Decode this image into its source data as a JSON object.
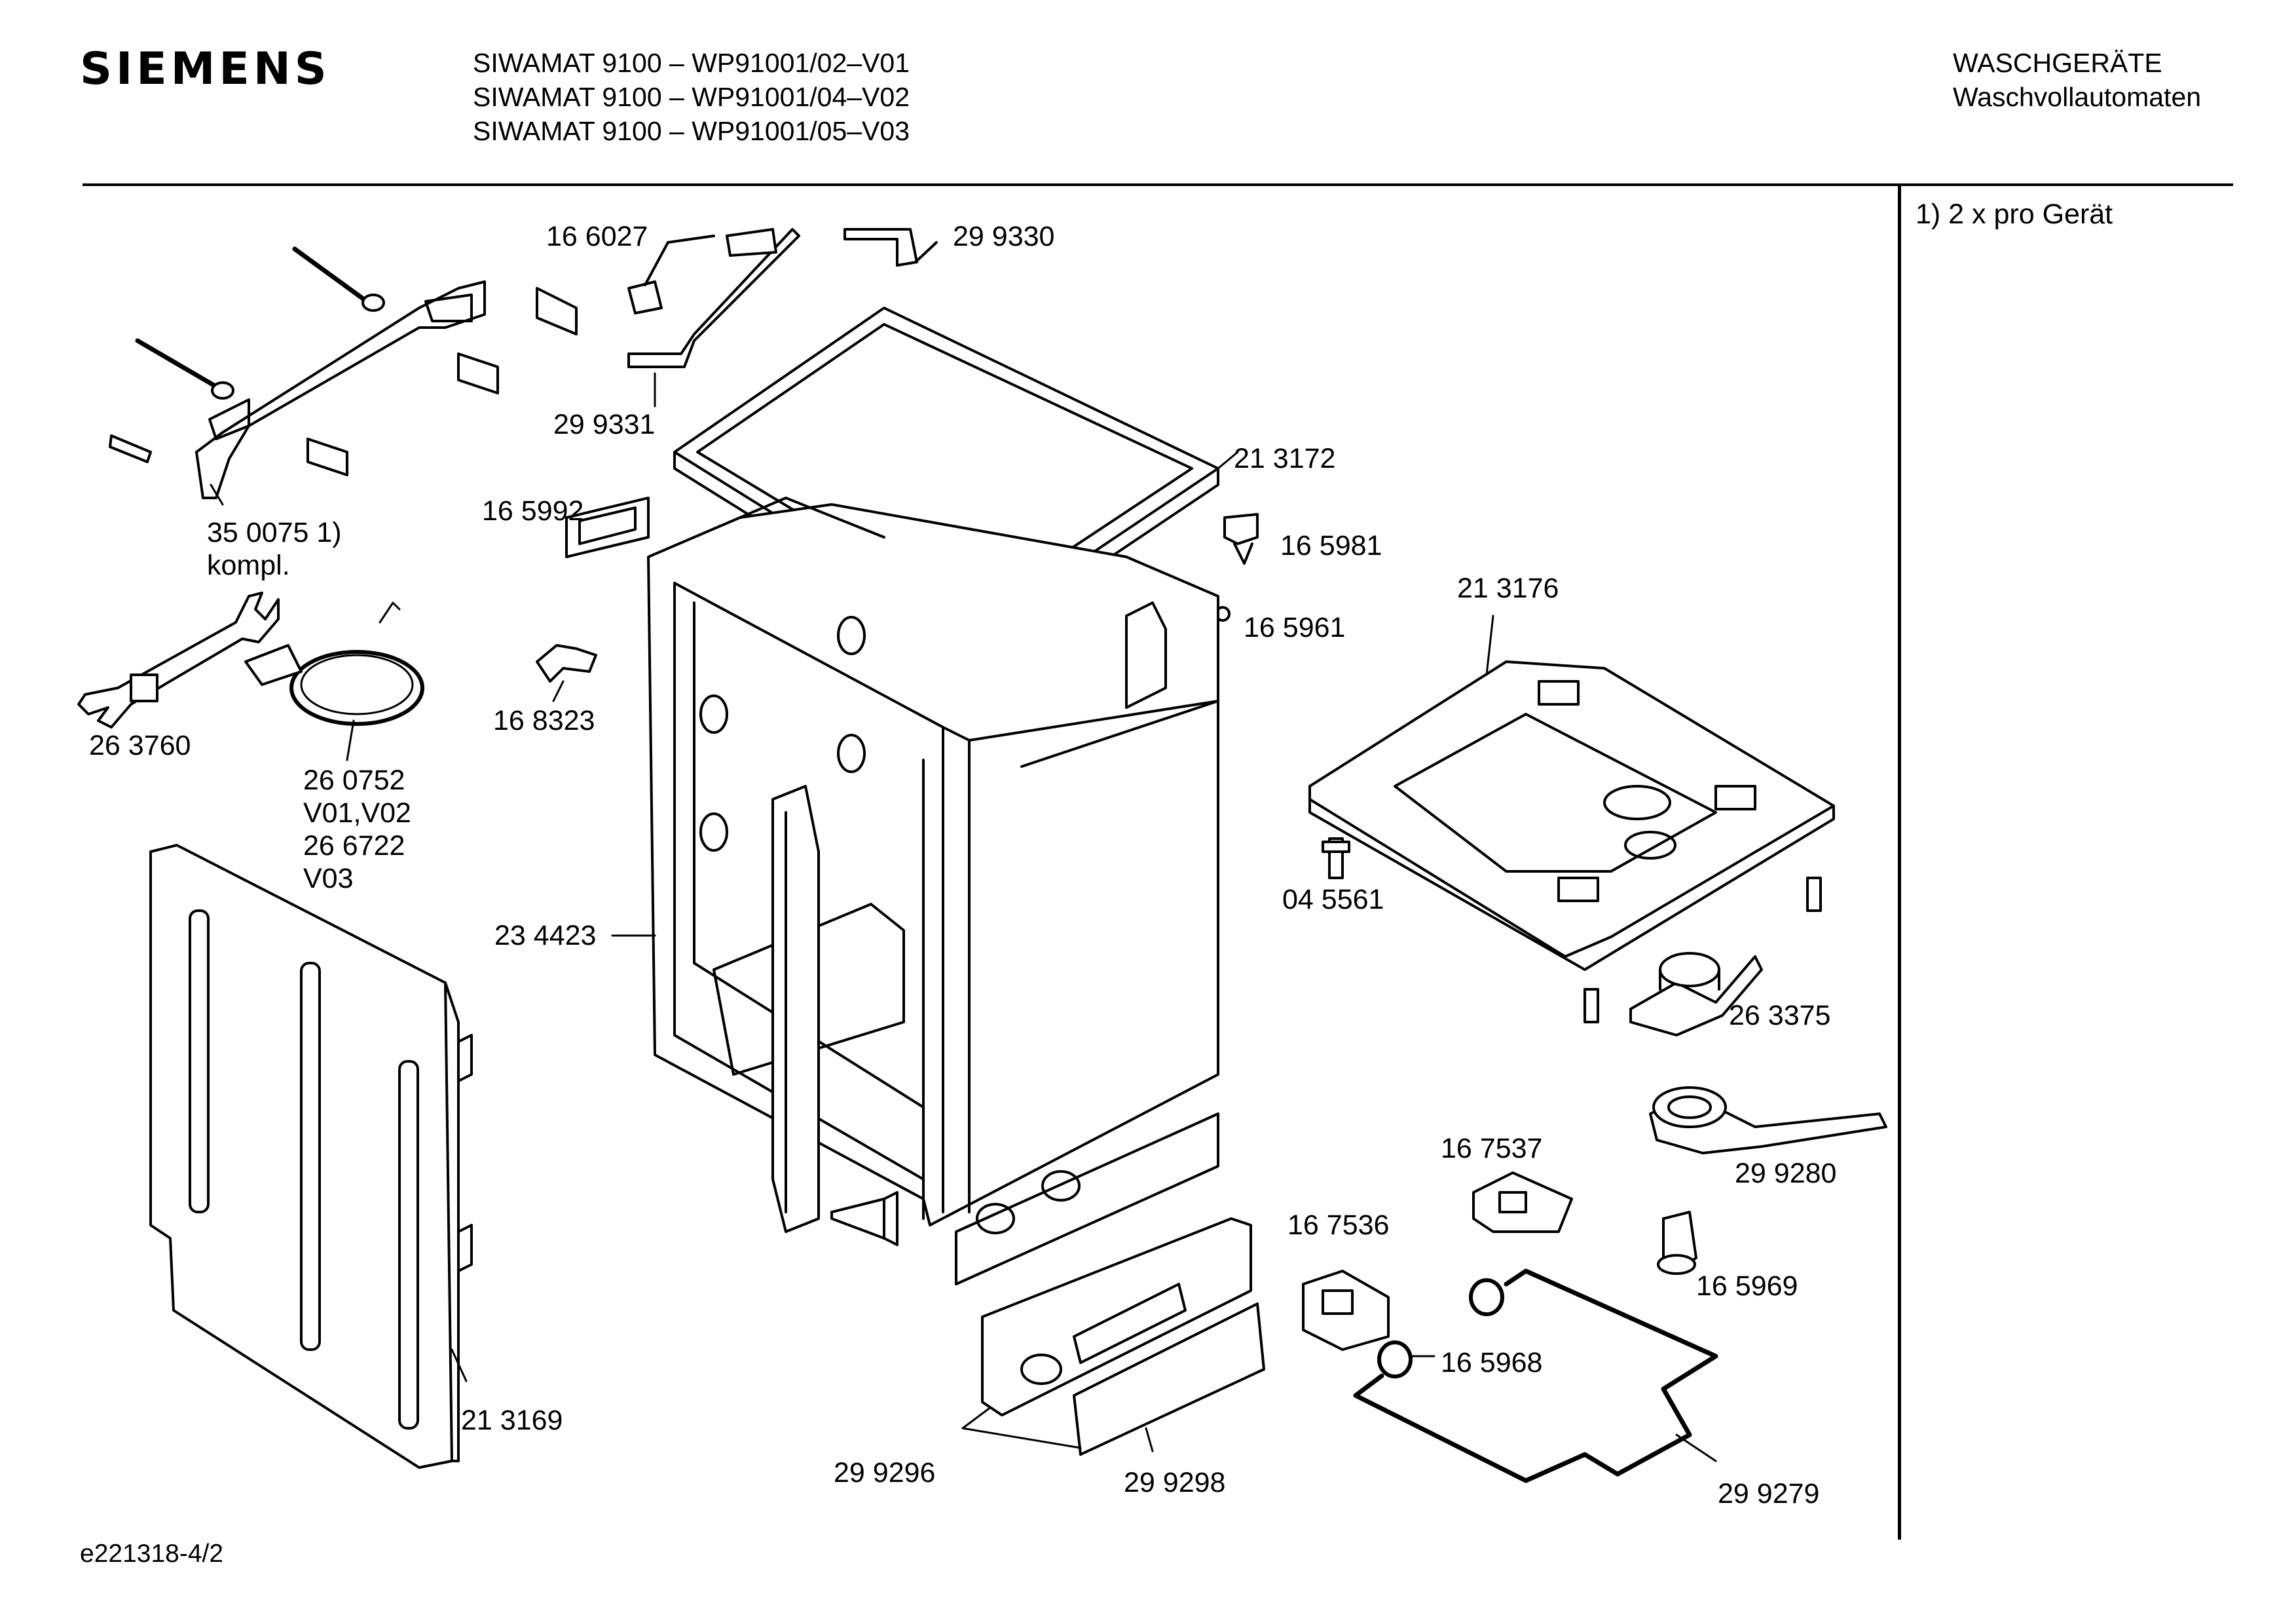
{
  "header": {
    "brand": "SIEMENS",
    "models": [
      "SIWAMAT 9100 – WP91001/02–V01",
      "SIWAMAT 9100 – WP91001/04–V02",
      "SIWAMAT 9100 – WP91001/05–V03"
    ],
    "category": "WASCHGERÄTE",
    "subcategory": "Waschvollautomaten"
  },
  "notes": [
    "1) 2 x pro Gerät"
  ],
  "footer": {
    "drawing_id": "e221318-4/2"
  },
  "parts": [
    {
      "number": "16 6027"
    },
    {
      "number": "29 9330"
    },
    {
      "number": "29 9331"
    },
    {
      "number": "35 0075 1)",
      "extra": "kompl."
    },
    {
      "number": "21 3172"
    },
    {
      "number": "16 5992"
    },
    {
      "number": "16 5981"
    },
    {
      "number": "16 5961"
    },
    {
      "number": "21 3176"
    },
    {
      "number": "16 8323"
    },
    {
      "number": "26 3760"
    },
    {
      "number": "26 0752",
      "extra": "V01,V02"
    },
    {
      "number": "26 6722",
      "extra": "V03"
    },
    {
      "number": "04 5561"
    },
    {
      "number": "23 4423"
    },
    {
      "number": "26 3375"
    },
    {
      "number": "29 9280"
    },
    {
      "number": "16 7537"
    },
    {
      "number": "16 7536"
    },
    {
      "number": "16 5969"
    },
    {
      "number": "16 5968"
    },
    {
      "number": "21 3169"
    },
    {
      "number": "29 9296"
    },
    {
      "number": "29 9298"
    },
    {
      "number": "29 9279"
    }
  ]
}
